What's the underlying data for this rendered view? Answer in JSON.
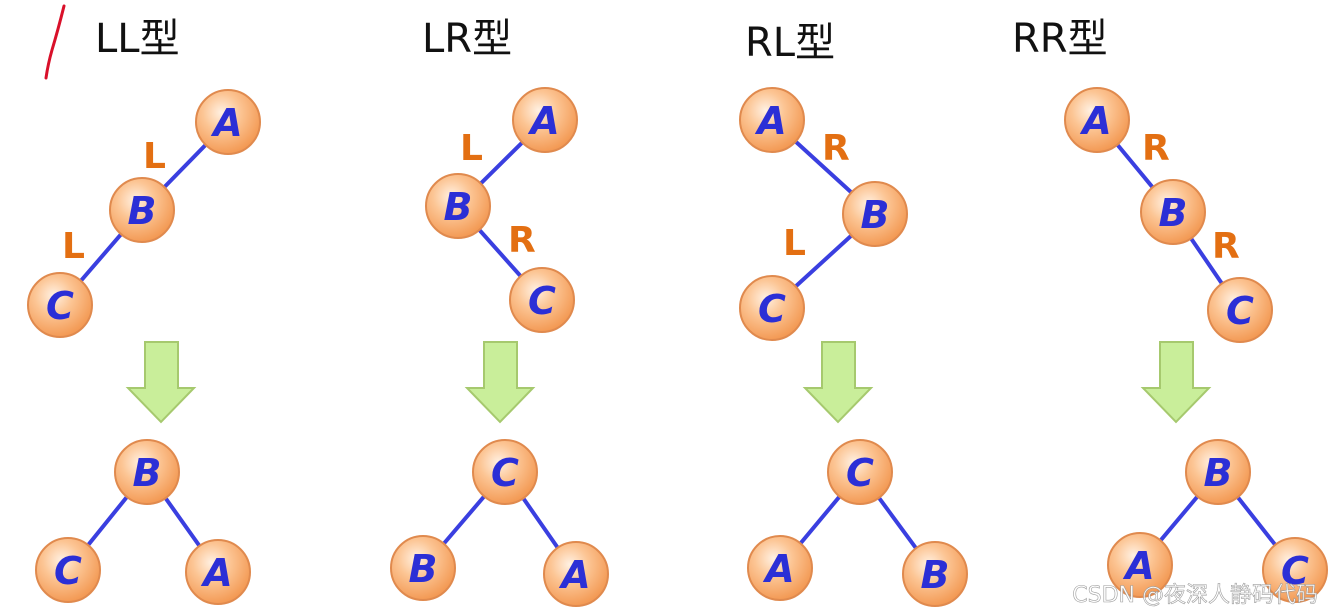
{
  "colors": {
    "edge": "#3a3fe0",
    "node_fill": "#fbbd88",
    "node_label": "#2b2fd6",
    "edge_label": "#e36f12",
    "arrow": "#c9ee9a",
    "pen": "#d9102a"
  },
  "panels": [
    {
      "title": "LL型",
      "before": {
        "nodes": [
          "A",
          "B",
          "C"
        ],
        "edges": [
          [
            "A",
            "B"
          ],
          [
            "B",
            "C"
          ]
        ],
        "edge_labels": [
          "L",
          "L"
        ]
      },
      "after": {
        "root": "B",
        "left": "C",
        "right": "A"
      }
    },
    {
      "title": "LR型",
      "before": {
        "nodes": [
          "A",
          "B",
          "C"
        ],
        "edges": [
          [
            "A",
            "B"
          ],
          [
            "B",
            "C"
          ]
        ],
        "edge_labels": [
          "L",
          "R"
        ]
      },
      "after": {
        "root": "C",
        "left": "B",
        "right": "A"
      }
    },
    {
      "title": "RL型",
      "before": {
        "nodes": [
          "A",
          "B",
          "C"
        ],
        "edges": [
          [
            "A",
            "B"
          ],
          [
            "B",
            "C"
          ]
        ],
        "edge_labels": [
          "R",
          "L"
        ]
      },
      "after": {
        "root": "C",
        "left": "A",
        "right": "B"
      }
    },
    {
      "title": "RR型",
      "before": {
        "nodes": [
          "A",
          "B",
          "C"
        ],
        "edges": [
          [
            "A",
            "B"
          ],
          [
            "B",
            "C"
          ]
        ],
        "edge_labels": [
          "R",
          "R"
        ]
      },
      "after": {
        "root": "B",
        "left": "A",
        "right": "C"
      }
    }
  ],
  "watermark": "CSDN @夜深人静码代码"
}
